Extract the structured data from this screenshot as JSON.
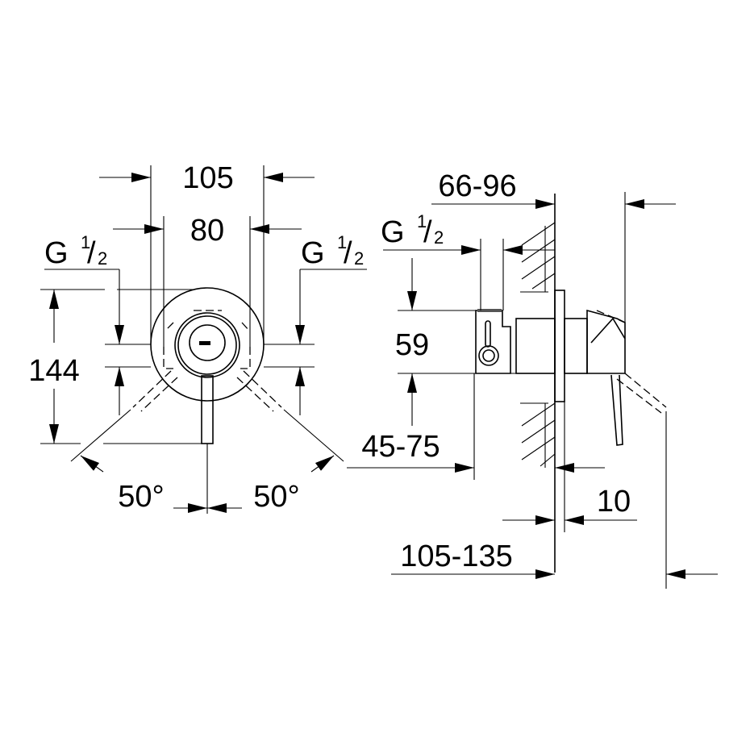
{
  "title": "Concealed single-lever shower mixer dimension drawing",
  "front_view": {
    "width_outer": "105",
    "width_inner": "80",
    "thread_left": {
      "g": "G",
      "num": "1",
      "den": "2"
    },
    "thread_right": {
      "g": "G",
      "num": "1",
      "den": "2"
    },
    "height": "144",
    "angle_left": "50°",
    "angle_right": "50°"
  },
  "side_view": {
    "depth_top": "66-96",
    "thread": {
      "g": "G",
      "num": "1",
      "den": "2"
    },
    "spacing": "59",
    "body_depth": "45-75",
    "plate": "10",
    "total_depth": "105-135"
  },
  "colors": {
    "line": "#000000",
    "background": "#ffffff"
  }
}
